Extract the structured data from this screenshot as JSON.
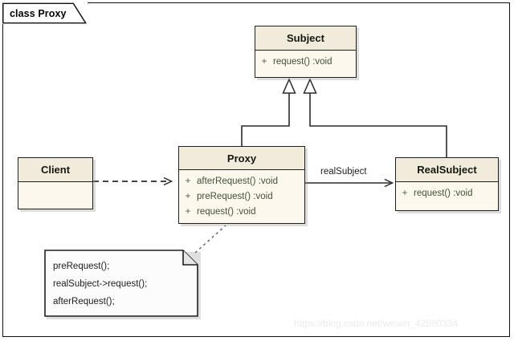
{
  "frame": {
    "label": "class Proxy"
  },
  "classes": {
    "subject": {
      "name": "Subject",
      "members": [
        {
          "visibility": "+",
          "signature": "request()  :void"
        }
      ]
    },
    "proxy": {
      "name": "Proxy",
      "members": [
        {
          "visibility": "+",
          "signature": "afterRequest()  :void"
        },
        {
          "visibility": "+",
          "signature": "preRequest()  :void"
        },
        {
          "visibility": "+",
          "signature": "request()  :void"
        }
      ]
    },
    "realsubject": {
      "name": "RealSubject",
      "members": [
        {
          "visibility": "+",
          "signature": "request()  :void"
        }
      ]
    },
    "client": {
      "name": "Client",
      "members": []
    }
  },
  "note": {
    "lines": [
      "preRequest();",
      "realSubject->request();",
      "afterRequest();"
    ]
  },
  "edges": {
    "association_label": "realSubject"
  },
  "watermark": {
    "text": "https://blog.csdn.net/weixin_42590334"
  },
  "colors": {
    "class_header_fill": "#f1ebdb",
    "class_body_fill": "#fdf8ee",
    "class_border": "#20201c",
    "member_text": "#4e5b43",
    "line": "#2b2b2b",
    "note_fill": "#fcfcfc",
    "watermark": "#eceaea"
  }
}
